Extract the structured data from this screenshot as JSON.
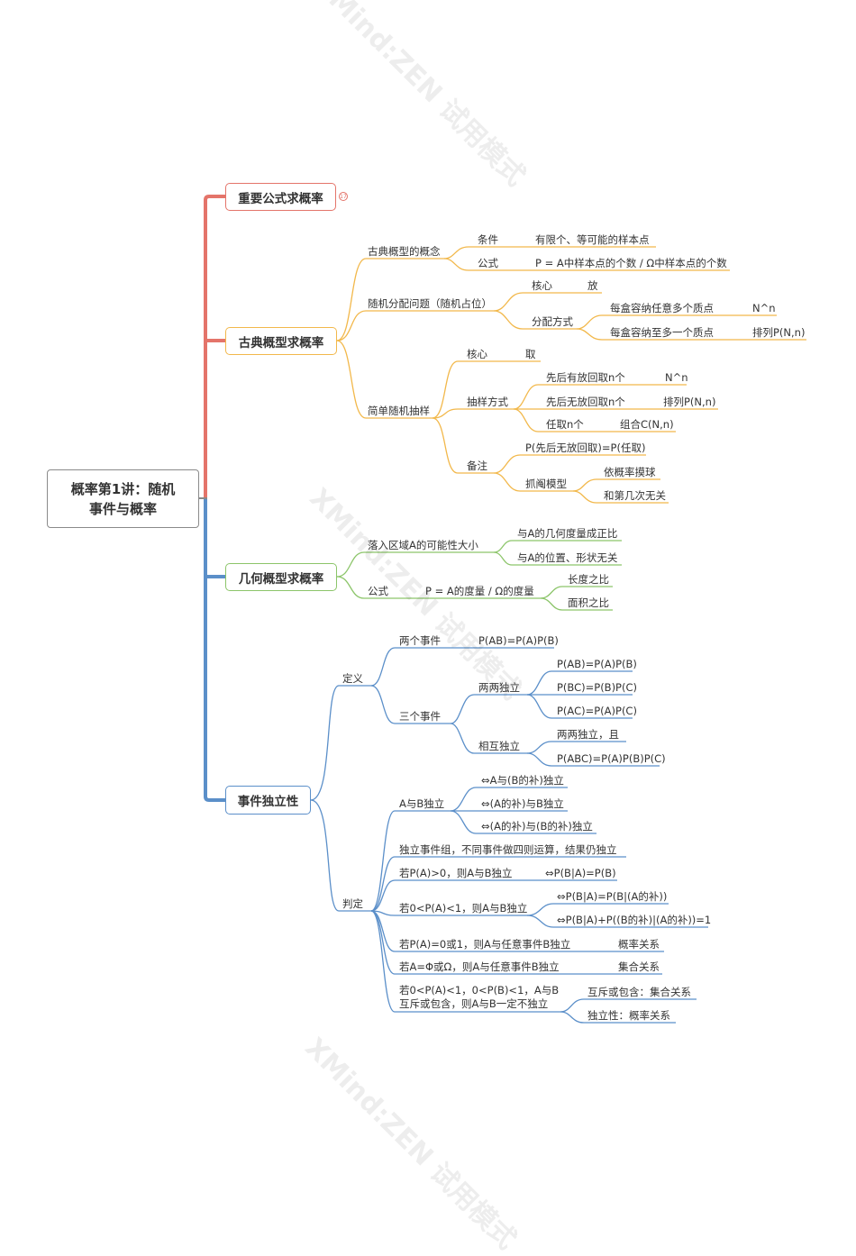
{
  "root": {
    "line1": "概率第1讲：随机",
    "line2": "事件与概率"
  },
  "branch1": {
    "title": "重要公式求概率",
    "badge": "17"
  },
  "branch2": {
    "title": "古典概型求概率",
    "concept": {
      "label": "古典概型的概念",
      "cond": "条件",
      "cond_val": "有限个、等可能的样本点",
      "formula": "公式",
      "formula_val": "P = A中样本点的个数 / Ω中样本点的个数"
    },
    "alloc": {
      "label": "随机分配问题（随机占位）",
      "core": "核心",
      "core_val": "放",
      "method": "分配方式",
      "m1": "每盒容纳任意多个质点",
      "m1_val": "N^n",
      "m2": "每盒容纳至多一个质点",
      "m2_val": "排列P(N,n)"
    },
    "sampling": {
      "label": "简单随机抽样",
      "core": "核心",
      "core_val": "取",
      "method": "抽样方式",
      "s1": "先后有放回取n个",
      "s1_val": "N^n",
      "s2": "先后无放回取n个",
      "s2_val": "排列P(N,n)",
      "s3": "任取n个",
      "s3_val": "组合C(N,n)",
      "note": "备注",
      "note1": "P(先后无放回取)=P(任取)",
      "lottery": "抓阄模型",
      "l1": "依概率摸球",
      "l2": "和第几次无关"
    }
  },
  "branch3": {
    "title": "几何概型求概率",
    "possib": {
      "label": "落入区域A的可能性大小",
      "v1": "与A的几何度量成正比",
      "v2": "与A的位置、形状无关"
    },
    "formula": {
      "label": "公式",
      "val": "P = A的度量 / Ω的度量",
      "v1": "长度之比",
      "v2": "面积之比"
    }
  },
  "branch4": {
    "title": "事件独立性",
    "def": {
      "label": "定义",
      "two": "两个事件",
      "two_val": "P(AB)=P(A)P(B)",
      "three": "三个事件",
      "pair": "两两独立",
      "p1": "P(AB)=P(A)P(B)",
      "p2": "P(BC)=P(B)P(C)",
      "p3": "P(AC)=P(A)P(C)",
      "mutual": "相互独立",
      "mu1": "两两独立，且",
      "mu2": "P(ABC)=P(A)P(B)P(C)"
    },
    "judge": {
      "label": "判定",
      "ab": "A与B独立",
      "ab1": "⇔A与(B的补)独立",
      "ab2": "⇔(A的补)与B独立",
      "ab3": "⇔(A的补)与(B的补)独立",
      "group": "独立事件组，不同事件做四则运算，结果仍独立",
      "pa0": "若P(A)>0，则A与B独立",
      "pa0_val": "⇔P(B|A)=P(B)",
      "pa01": "若0<P(A)<1，则A与B独立",
      "pa01_v1": "⇔P(B|A)=P(B|(A的补))",
      "pa01_v2": "⇔P(B|A)+P((B的补)|(A的补))=1",
      "pa0or1": "若P(A)=0或1，则A与任意事件B独立",
      "pa0or1_val": "概率关系",
      "aphi": "若A=Φ或Ω，则A与任意事件B独立",
      "aphi_val": "集合关系",
      "last": "若0<P(A)<1，0<P(B)<1，A与B互斥或包含，则A与B一定不独立",
      "last_v1": "互斥或包含：集合关系",
      "last_v2": "独立性：概率关系"
    }
  },
  "watermark": "XMind:ZEN 试用模式",
  "colors": {
    "red": "#e4746a",
    "orange": "#f2b84b",
    "green": "#8cc56a",
    "blue": "#5b8fc9",
    "root": "#8a8a8a"
  }
}
